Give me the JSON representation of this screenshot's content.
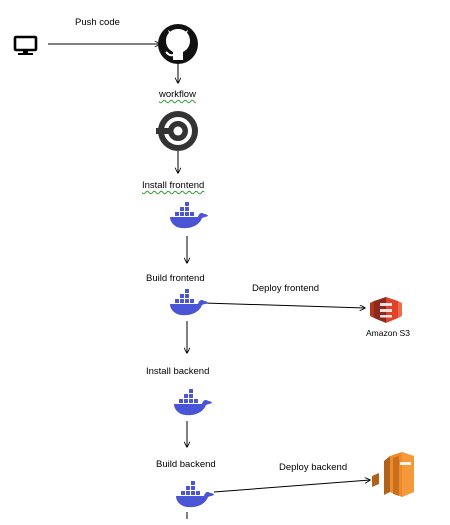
{
  "labels": {
    "push_code": "Push code",
    "workflow": "workflow",
    "install_frontend": "Install  frontend",
    "build_frontend": "Build frontend",
    "deploy_frontend": "Deploy frontend",
    "amazon_s3": "Amazon S3",
    "install_backend": "Install backend",
    "build_backend": "Build backend",
    "deploy_backend": "Deploy backend"
  },
  "icons": {
    "computer": "monitor-icon",
    "github": "github-icon",
    "circleci": "circleci-icon",
    "docker": "docker-icon",
    "s3": "amazon-s3-icon",
    "lambda": "aws-lambda-icon"
  },
  "colors": {
    "docker": "#4a55d6",
    "s3_dark": "#8c2a1e",
    "s3_main": "#e0432a",
    "lambda_dark": "#b0611b",
    "lambda_main": "#ef8a2a",
    "github": "#111111",
    "circleci": "#333333",
    "spellcheck": "#2e9a2e"
  }
}
